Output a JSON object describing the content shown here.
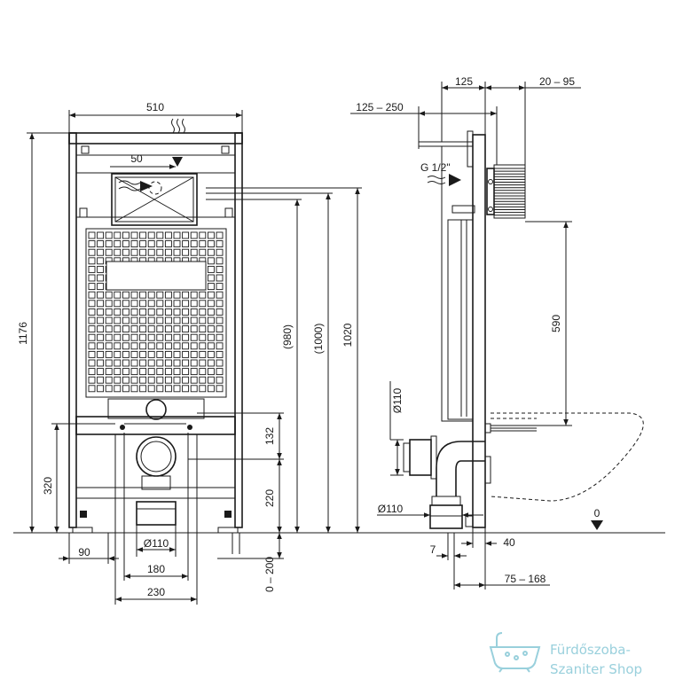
{
  "dimensions": {
    "front_width": "510",
    "front_total_height": "1176",
    "button_offset": "50",
    "h_980": "(980)",
    "h_1000": "(1000)",
    "h_1020": "1020",
    "h_320": "320",
    "h_132": "132",
    "h_220": "220",
    "h_0_200": "0 – 200",
    "foot_90": "90",
    "drain_110": "Ø110",
    "spacing_180": "180",
    "spacing_230": "230",
    "side_125": "125",
    "side_20_95": "20 – 95",
    "side_125_250": "125 – 250",
    "thread": "G 1/2\"",
    "side_590": "590",
    "side_d110_top": "Ø110",
    "side_d110_bottom": "Ø110",
    "side_7": "7",
    "side_40": "40",
    "side_75_168": "75 – 168",
    "floor_zero": "0"
  },
  "watermark": {
    "line1": "Fürdőszoba-",
    "line2": "Szaniter Shop"
  }
}
